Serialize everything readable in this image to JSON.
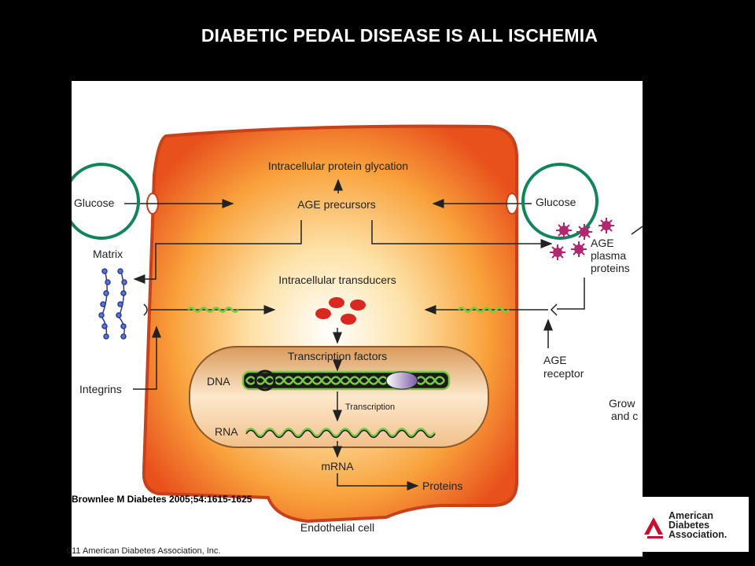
{
  "slide": {
    "title": "DIABETIC PEDAL DISEASE IS ALL ISCHEMIA",
    "citation": "Brownlee M Diabetes 2005;54:1615-1625",
    "copyright": "011 American Diabetes Association, Inc."
  },
  "diagram": {
    "labels": {
      "glycation": "Intracellular  protein glycation",
      "age_precursors": "AGE precursors",
      "glucose_left": "Glucose",
      "glucose_right": "Glucose",
      "matrix": "Matrix",
      "age_plasma_1": "AGE",
      "age_plasma_2": "plasma",
      "age_plasma_3": "proteins",
      "transducers": "Intracellular transducers",
      "transcription_factors": "Transcription factors",
      "dna": "DNA",
      "transcription": "Transcription",
      "rna": "RNA",
      "mrna": "mRNA",
      "proteins": "Proteins",
      "integrins": "Integrins",
      "age_receptor_1": "AGE",
      "age_receptor_2": "receptor",
      "growth_1": "Grow",
      "growth_2": "and c",
      "endothelial": "Endothelial cell"
    },
    "colors": {
      "highlight_circle": "#11845a",
      "green_wave": "#7ac943",
      "age_particle": "#b0286e",
      "red_transducer": "#d9281f",
      "matrix_bead": "#5577dd"
    }
  },
  "logo": {
    "line1": "American",
    "line2": "Diabetes",
    "line3": "Association."
  }
}
